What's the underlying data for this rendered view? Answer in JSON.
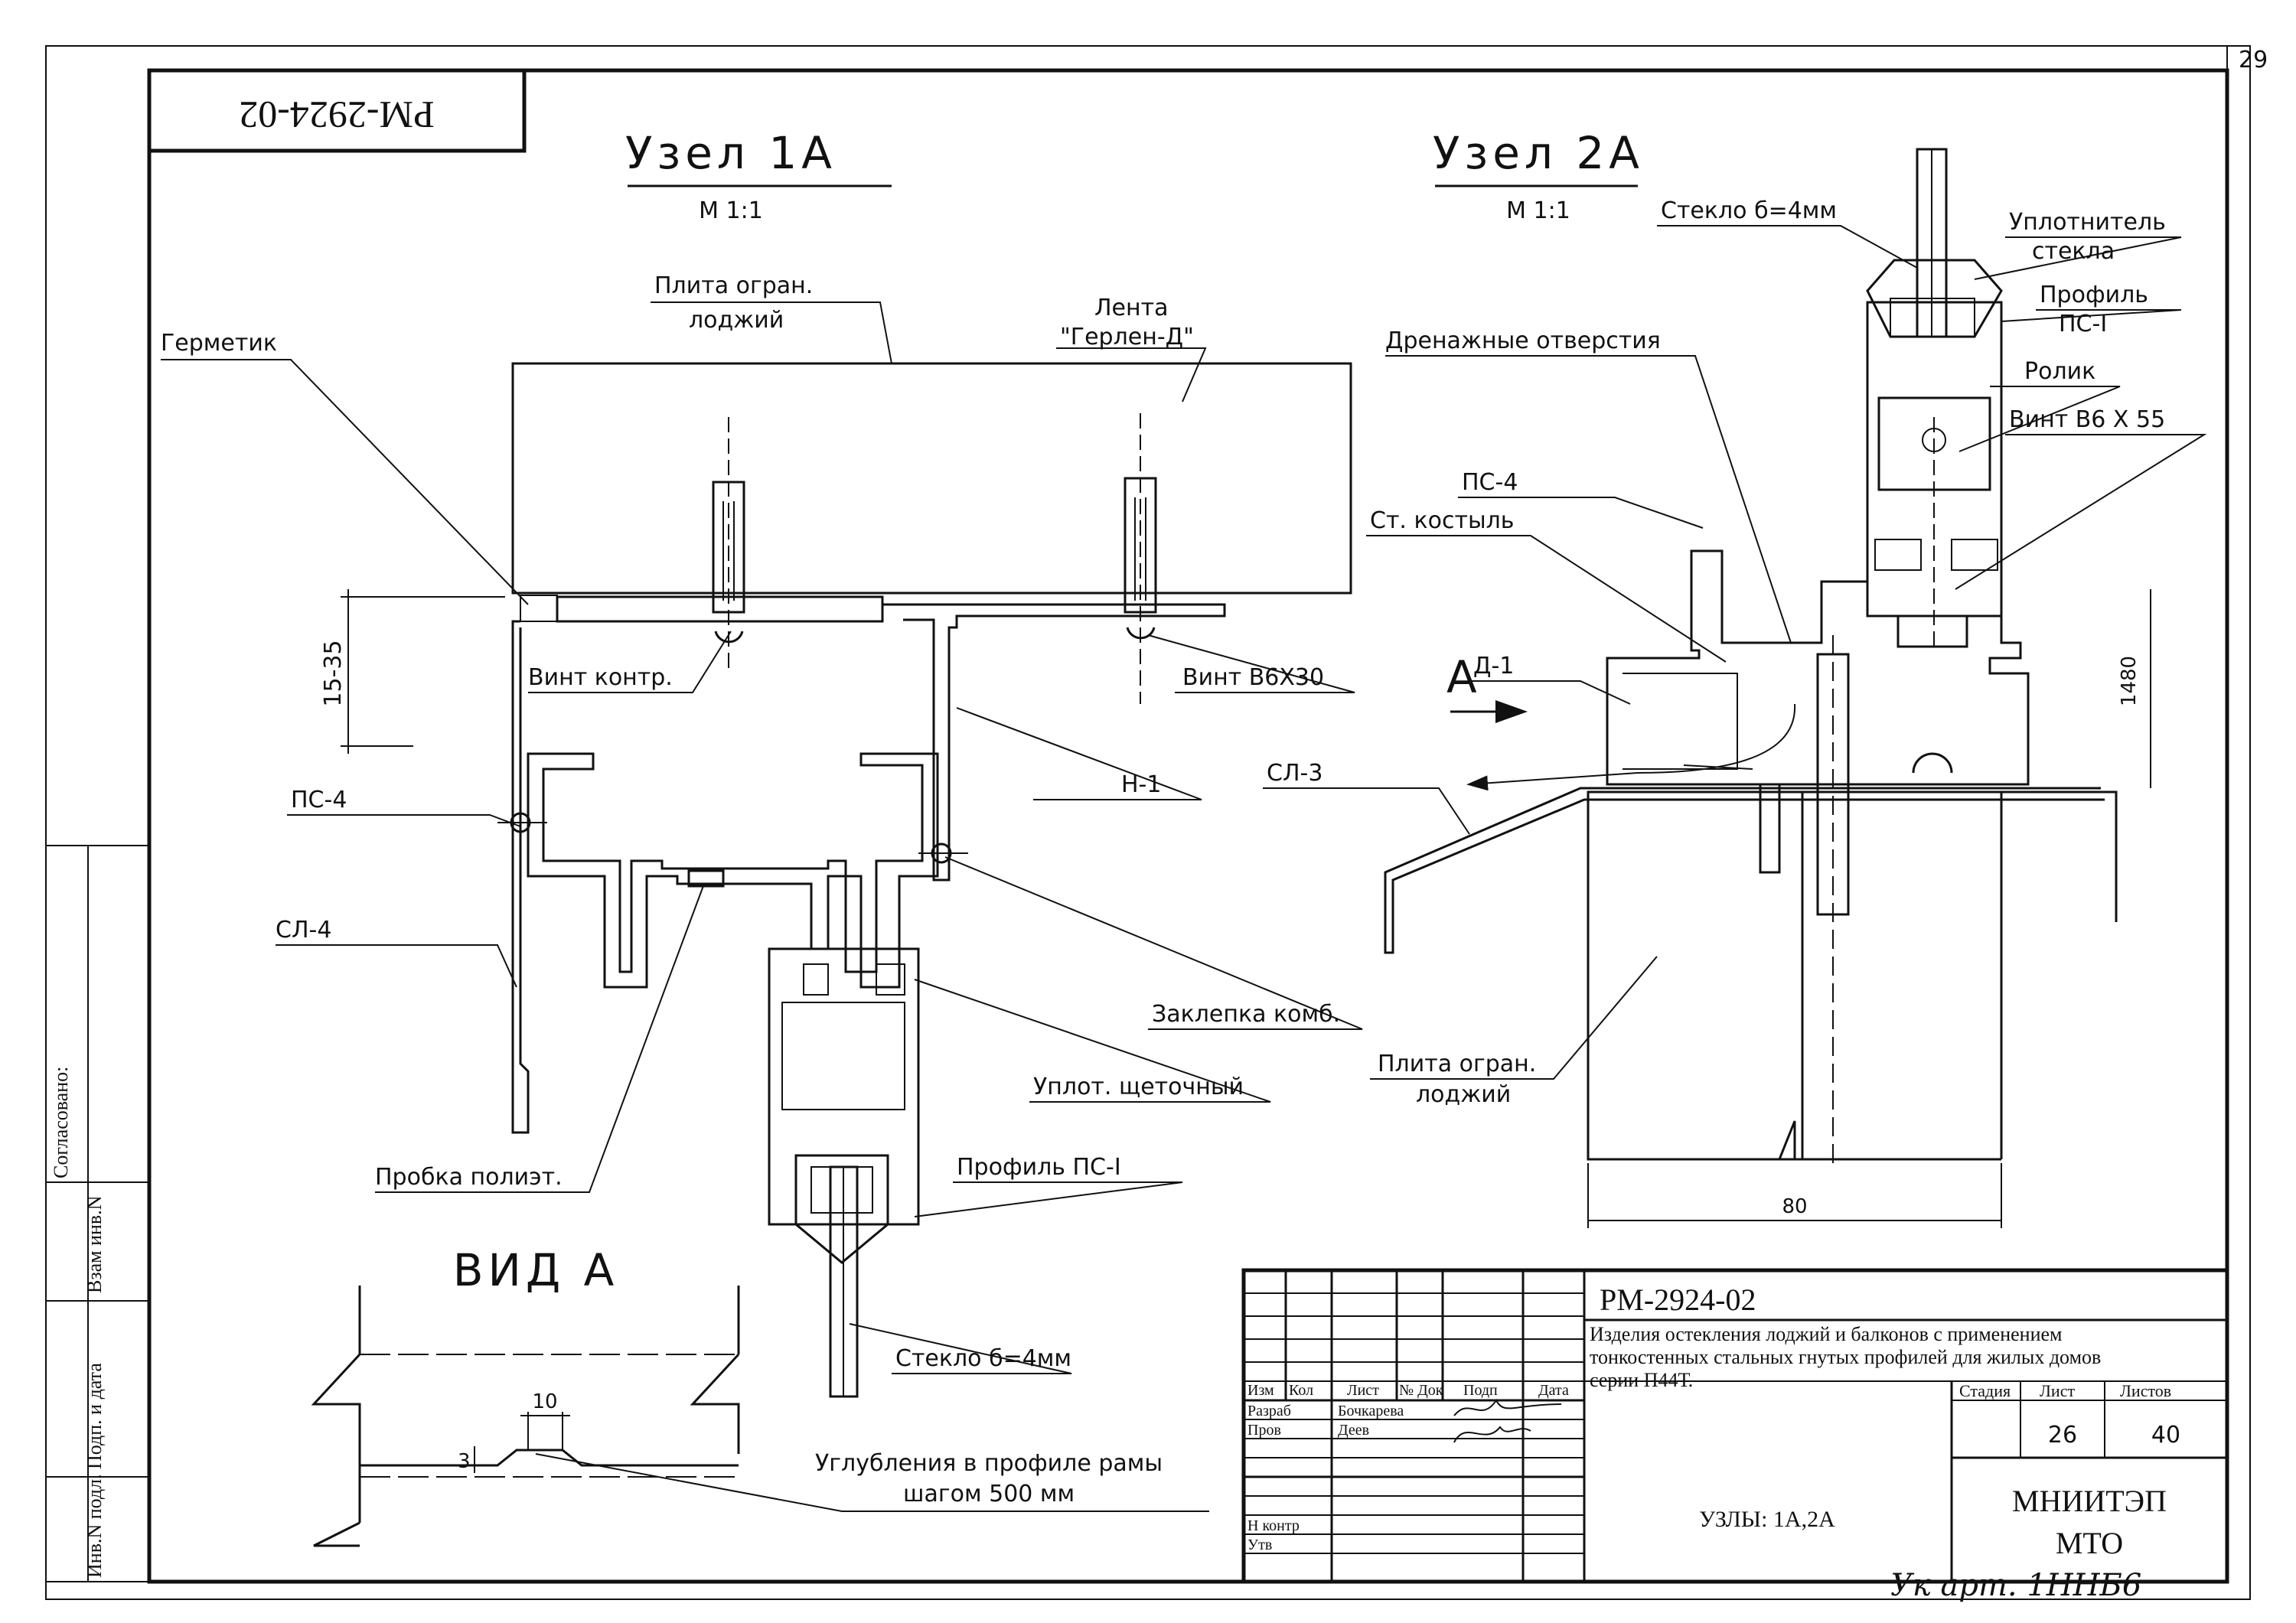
{
  "sheet_number_corner": "29",
  "stamp_code_rotated": "РМ-2924-02",
  "node1": {
    "title": "Узел 1А",
    "scale": "М 1:1"
  },
  "node2": {
    "title": "Узел 2А",
    "scale": "М 1:1"
  },
  "view_a": {
    "title": "ВИД А",
    "dim_width": "10",
    "dim_depth": "3",
    "note_line1": "Углубления в профиле рамы",
    "note_line2": "шагом 500 мм"
  },
  "labels1": {
    "germetik": "Герметик",
    "plita_l1": "Плита огран.",
    "plita_l2": "лоджий",
    "lenta_l1": "Лента",
    "lenta_l2": "\"Герлен-Д\"",
    "dim_15_35": "15-35",
    "vint_kontr": "Винт контр.",
    "vint_b6x30": "Винт В6Х30",
    "ps4": "ПС-4",
    "n1": "Н-1",
    "sl4": "СЛ-4",
    "zaklepka": "Заклепка комб.",
    "uplot": "Уплот. щеточный",
    "probka": "Пробка полиэт.",
    "profil_ps1": "Профиль ПС-I",
    "steklo": "Стекло б=4мм"
  },
  "labels2": {
    "steklo": "Стекло б=4мм",
    "uplotnitel_l1": "Уплотнитель",
    "uplotnitel_l2": "стекла",
    "profil_l1": "Профиль",
    "profil_l2": "ПС-I",
    "drenazh": "Дренажные отверстия",
    "rolik": "Ролик",
    "vint": "Винт В6 Х 55",
    "ps4": "ПС-4",
    "kostyl": "Ст. костыль",
    "d1": "Д-1",
    "arrow_a": "А",
    "sl3": "СЛ-3",
    "dim_1480": "1480",
    "plita_l1": "Плита огран.",
    "plita_l2": "лоджий",
    "dim_80": "80"
  },
  "side_stamp": {
    "soglasovano": "Согласовано:",
    "vzam": "Взам инв.N",
    "podp": "Подп. и дата",
    "inv": "Инв.N подл."
  },
  "title_block": {
    "code": "РМ-2924-02",
    "desc_line1": "Изделия остекления лоджий и балконов с применением",
    "desc_line2": "тонкостенных стальных гнутых профилей для жилых домов",
    "desc_line3": "серии П44Т.",
    "col_izm": "Изм",
    "col_kol": "Кол",
    "col_list": "Лист",
    "col_ndok": "№ Док",
    "col_podp": "Подп",
    "col_data": "Дата",
    "razrab_role": "Разраб",
    "razrab_name": "Бочкарева",
    "prov_role": "Пров",
    "prov_name": "Деев",
    "nkontr_role": "Н контр",
    "utv_role": "Утв",
    "stadiya_h": "Стадия",
    "list_h": "Лист",
    "listov_h": "Листов",
    "list_val": "26",
    "listov_val": "40",
    "sheet_name": "УЗЛЫ: 1А,2А",
    "org_line1": "МНИИТЭП",
    "org_line2": "МТО",
    "handwritten": "Ук арт. 1ННБ6"
  }
}
